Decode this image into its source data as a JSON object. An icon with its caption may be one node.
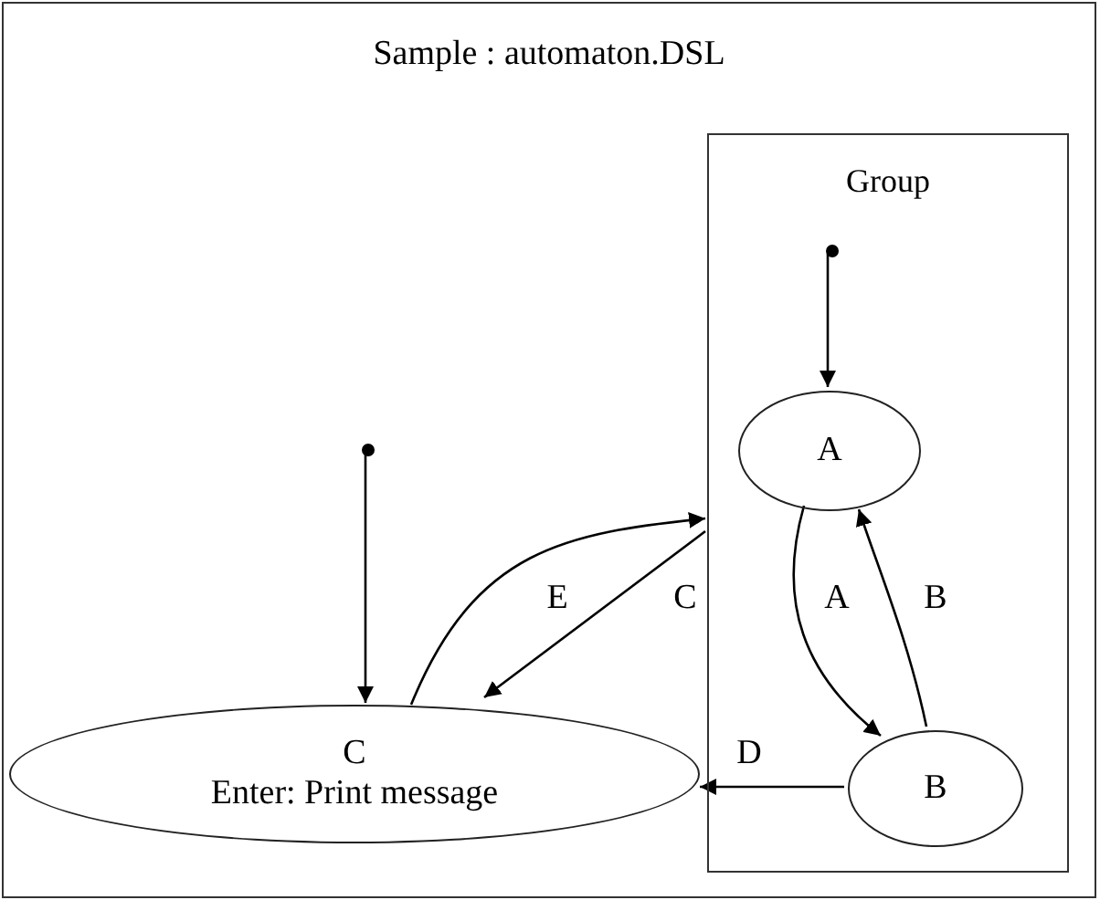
{
  "diagram": {
    "nodes": [
      {
        "text": [
          "Sample : automaton.DSL"
        ]
      },
      {
        "text": [
          "Group"
        ],
        "in": 0
      },
      {
        "text": [],
        "shape": "circle",
        "in": 1
      },
      {
        "text": [
          "A"
        ],
        "in": 1
      },
      {
        "text": [
          "B"
        ],
        "in": 1
      },
      {
        "text": [],
        "shape": "circle",
        "in": 0
      },
      {
        "text": [
          "C",
          "Enter: Print message"
        ],
        "in": 0
      }
    ],
    "edges": [
      {
        "from": 2,
        "to": 3,
        "arrow": "to"
      },
      {
        "from": 3,
        "to": 4,
        "arrow": "to",
        "label": "A"
      },
      {
        "from": 4,
        "to": 3,
        "arrow": "to",
        "label": "B"
      },
      {
        "from": 4,
        "to": 6,
        "arrow": "to",
        "label": "D"
      },
      {
        "from": 5,
        "to": 6,
        "arrow": "to"
      },
      {
        "from": 6,
        "to": 1,
        "arrow": "to",
        "label": "E"
      },
      {
        "from": 1,
        "to": 6,
        "arrow": "to",
        "label": "C"
      }
    ]
  }
}
